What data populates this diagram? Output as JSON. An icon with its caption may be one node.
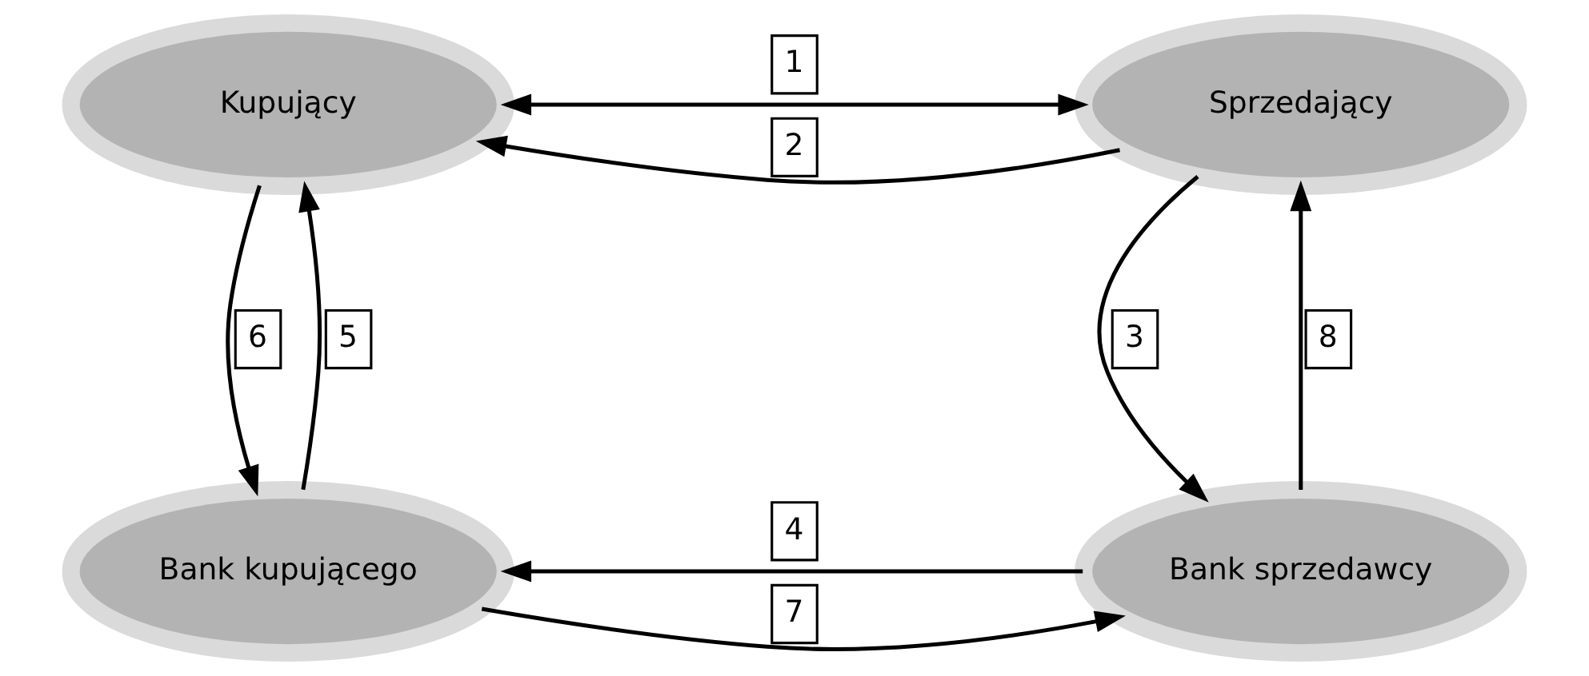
{
  "diagram": {
    "nodes": [
      {
        "text": [
          "Kupujący"
        ]
      },
      {
        "text": [
          "Sprzedający"
        ]
      },
      {
        "text": [
          "Bank kupującego"
        ]
      },
      {
        "text": [
          "Bank sprzedawcy"
        ]
      }
    ],
    "edges": [
      {
        "from": 0,
        "to": 1,
        "arrow": "both",
        "label": "1"
      },
      {
        "from": 1,
        "to": 0,
        "arrow": "to",
        "label": "2"
      },
      {
        "from": 1,
        "to": 3,
        "arrow": "to",
        "label": "3"
      },
      {
        "from": 3,
        "to": 2,
        "arrow": "to",
        "label": "4"
      },
      {
        "from": 2,
        "to": 0,
        "arrow": "to",
        "label": "5"
      },
      {
        "from": 0,
        "to": 2,
        "arrow": "to",
        "label": "6"
      },
      {
        "from": 2,
        "to": 3,
        "arrow": "to",
        "label": "7"
      },
      {
        "from": 3,
        "to": 1,
        "arrow": "to",
        "label": "8"
      }
    ]
  }
}
